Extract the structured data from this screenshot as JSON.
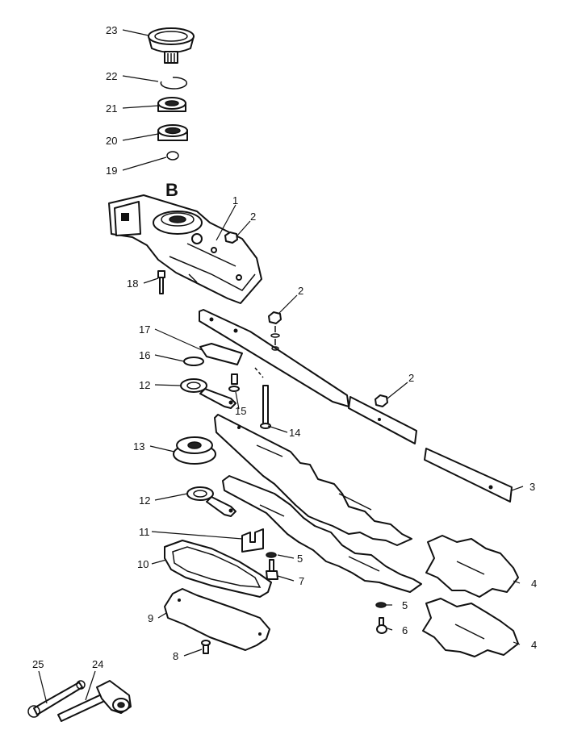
{
  "assembly_letter": "B",
  "callouts": {
    "p1": "1",
    "p2a": "2",
    "p2b": "2",
    "p2c": "2",
    "p3": "3",
    "p4a": "4",
    "p4b": "4",
    "p5a": "5",
    "p5b": "5",
    "p6": "6",
    "p7": "7",
    "p8": "8",
    "p9": "9",
    "p10": "10",
    "p11": "11",
    "p12a": "12",
    "p12b": "12",
    "p13": "13",
    "p14": "14",
    "p15": "15",
    "p16": "16",
    "p17": "17",
    "p18": "18",
    "p19": "19",
    "p20": "20",
    "p21": "21",
    "p22": "22",
    "p23": "23",
    "p24": "24",
    "p25": "25"
  }
}
